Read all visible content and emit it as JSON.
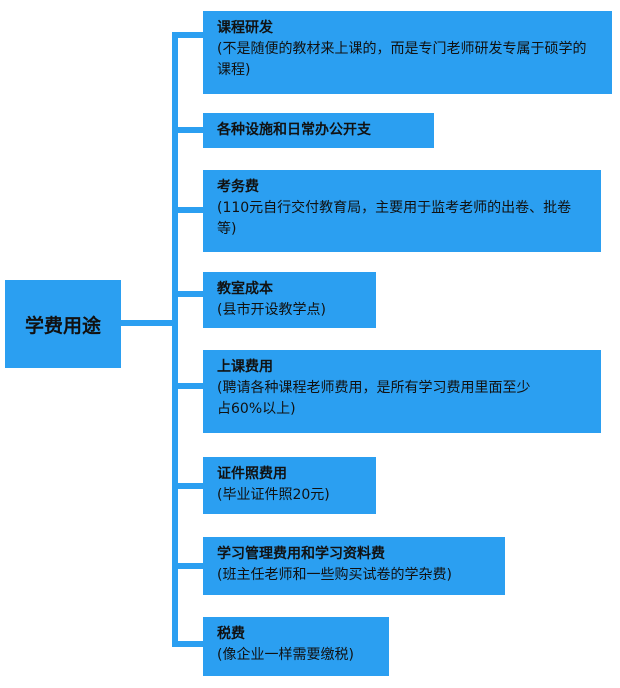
{
  "root": {
    "label": "学费用途"
  },
  "items": [
    {
      "title": "课程研发",
      "detail": "(不是随便的教材来上课的，而是专门老师研发专属于硕学的课程)"
    },
    {
      "title": "各种设施和日常办公开支",
      "detail": ""
    },
    {
      "title": "考务费",
      "detail": "(110元自行交付教育局，主要用于监考老师的出卷、批卷等)"
    },
    {
      "title": "教室成本",
      "detail": "(县市开设教学点)"
    },
    {
      "title": "上课费用",
      "detail": "(聘请各种课程老师费用，是所有学习费用里面至少占60%以上)"
    },
    {
      "title": "证件照费用",
      "detail": "(毕业证件照20元)"
    },
    {
      "title": "学习管理费用和学习资料费",
      "detail": "(班主任老师和一些购买试卷的学杂费)"
    },
    {
      "title": "税费",
      "detail": "(像企业一样需要缴税)"
    }
  ],
  "colors": {
    "box": "#2b9ff1",
    "text": "#111111"
  }
}
